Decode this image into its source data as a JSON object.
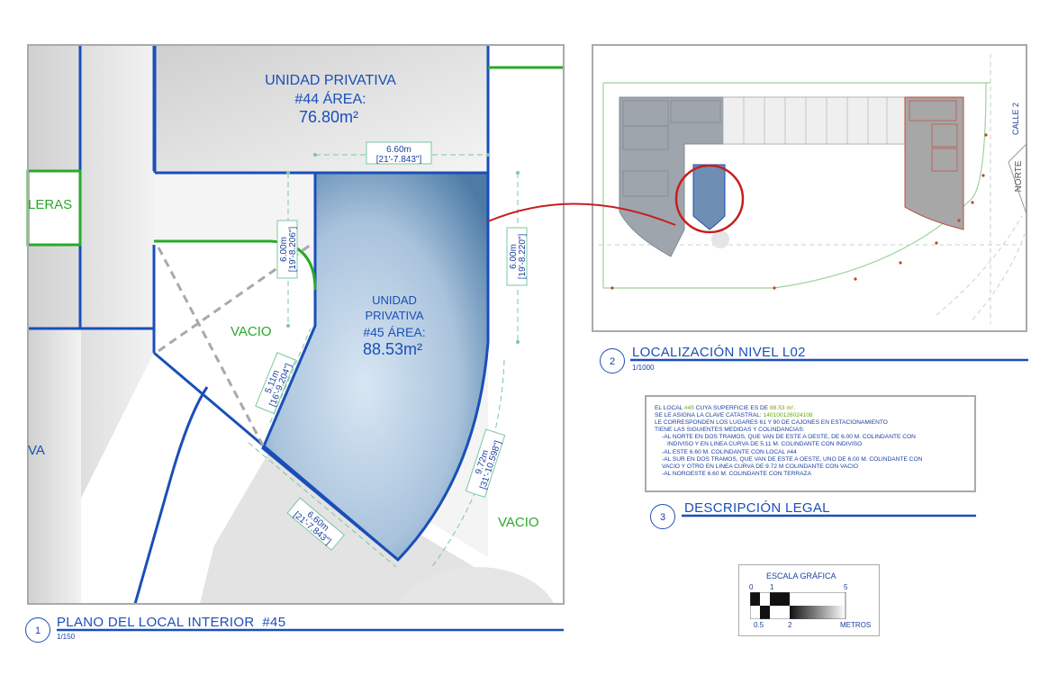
{
  "plan_main": {
    "unit44_line1": "UNIDAD PRIVATIVA",
    "unit44_line2": "#44 ÁREA:",
    "unit44_area": "76.80m²",
    "unit45_line1": "UNIDAD",
    "unit45_line2": "PRIVATIVA",
    "unit45_line3": "#45 ÁREA:",
    "unit45_area": "88.53m²",
    "escaleras_label": "LERAS",
    "left_label": "VA",
    "vacio_left": "VACIO",
    "vacio_right": "VACIO",
    "dims": {
      "top_m": "6.60m",
      "top_ft": "[21'-7.843\"]",
      "left_m": "6.00m",
      "left_ft": "[19'-8.206\"]",
      "right_m": "6.00m",
      "right_ft": "[19'-8.220\"]",
      "curve_m": "5.11m",
      "curve_ft": "[16'-9.204\"]",
      "arc_m": "9.72m",
      "arc_ft": "[31'-10.598\"]",
      "bottom_m": "6.60m",
      "bottom_ft": "[21'-7.843\"]"
    },
    "title_number": "1",
    "title": "PLANO DEL LOCAL INTERIOR  #45",
    "scale": "1/150"
  },
  "locator": {
    "calle": "CALLE 2",
    "norte": "NORTE",
    "title_number": "2",
    "title": "LOCALIZACIÓN NIVEL L02",
    "scale": "1/1000"
  },
  "legal": {
    "l1_pre": "EL LOCAL ",
    "l1_local": "#45",
    "l1_mid": " CUYA SUPERFICIE ES DE ",
    "l1_area": "88.53 m².",
    "l2_pre": "SE LE ASIGNA LA CLAVE CATASTRAL: ",
    "l2_clave": "140100126024108",
    "l3": "LE CORRESPONDEN LOS LUGARES 61 Y 90 DE CAJONES EN ESTACIONAMIENTO",
    "l4": "TIENE LAS SIGUIENTES MEDIDAS Y COLINDANCIAS:",
    "l5": "-AL NORTE EN DOS TRAMOS, QUE VAN DE ESTE A OESTE, DE 6.00 M. COLINDANTE CON",
    "l6": "INDIVISO Y EN LINEA CURVA DE 5.11 M. COLINDANTE CON INDIVISO",
    "l7": "-AL ESTE 6.60 M. COLINDANTE CON LOCAL #44",
    "l8": "-AL SUR EN DOS TRAMOS, QUE VAN DE ESTE A OESTE, UNO DE 6.00 M. COLINDANTE CON",
    "l9": "VACIO Y OTRO EN LINEA CURVA DE 9.72 M COLINDANTE CON VACIO",
    "l10": "-AL NOROESTE 6.60 M. COLINDANTE CON TERRAZA",
    "title_number": "3",
    "title": "DESCRIPCIÓN LEGAL"
  },
  "scale_bar": {
    "title": "ESCALA GRÁFICA",
    "t0": "0",
    "t1": "1",
    "t5": "5",
    "t05": "0.5",
    "t2": "2",
    "unit": "METROS"
  },
  "colors": {
    "blue_line": "#1a4fb8",
    "green_line": "#2aa82a",
    "unit45_fill": "#7fa3c4",
    "callout_red": "#c81e1e"
  }
}
